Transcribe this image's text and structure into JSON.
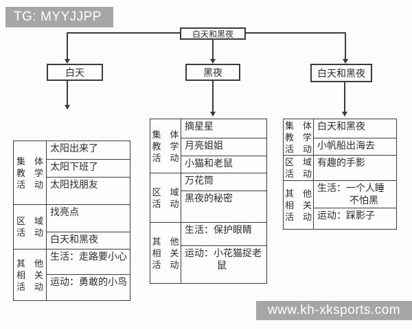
{
  "watermarks": {
    "top": "TG: MYYJJPP",
    "bottom": "www.kh-xksports.com"
  },
  "colors": {
    "watermark_bg": "#a6a6a6",
    "line_color": "#3a3a3a",
    "background": "#fcfcfc"
  },
  "tree": {
    "root": "白天和黑夜",
    "branches": [
      {
        "label": "白天"
      },
      {
        "label": "黑夜"
      },
      {
        "label": "白天和黑夜"
      }
    ]
  },
  "tables": [
    {
      "sections": [
        {
          "label": "集　体\n教　学\n活　动",
          "rows": [
            "太阳出来了",
            "太阳下班了",
            "太阳找朋友"
          ]
        },
        {
          "label": "区　域\n活　动",
          "rows": [
            "找亮点",
            "白天和黑夜"
          ]
        },
        {
          "label": "其　他\n相　关\n活　动",
          "rows": [
            "生活：走路要小心",
            "运动：勇敢的小鸟"
          ]
        }
      ]
    },
    {
      "sections": [
        {
          "label": "集　体\n教　学\n活　动",
          "rows": [
            "摘星星",
            "月亮姐姐",
            "小猫和老鼠"
          ]
        },
        {
          "label": "区　域\n活　动",
          "rows": [
            "万花筒",
            "黑夜的秘密"
          ]
        },
        {
          "label": "其　他\n相　关\n活　动",
          "rows": [
            "生活：保护眼睛",
            "运动：小花猫捉老鼠"
          ]
        }
      ]
    },
    {
      "sections": [
        {
          "label": "集　体\n教　学\n活　动",
          "rows": [
            "白天和黑夜",
            "小帆船出海去"
          ]
        },
        {
          "label": "区　域\n活　动",
          "rows": [
            "有趣的手影"
          ]
        },
        {
          "label": "其　他\n相　关\n活　动",
          "rows": [
            "生活：一个人睡不怕黑",
            "运动：踩影子"
          ]
        }
      ]
    }
  ]
}
